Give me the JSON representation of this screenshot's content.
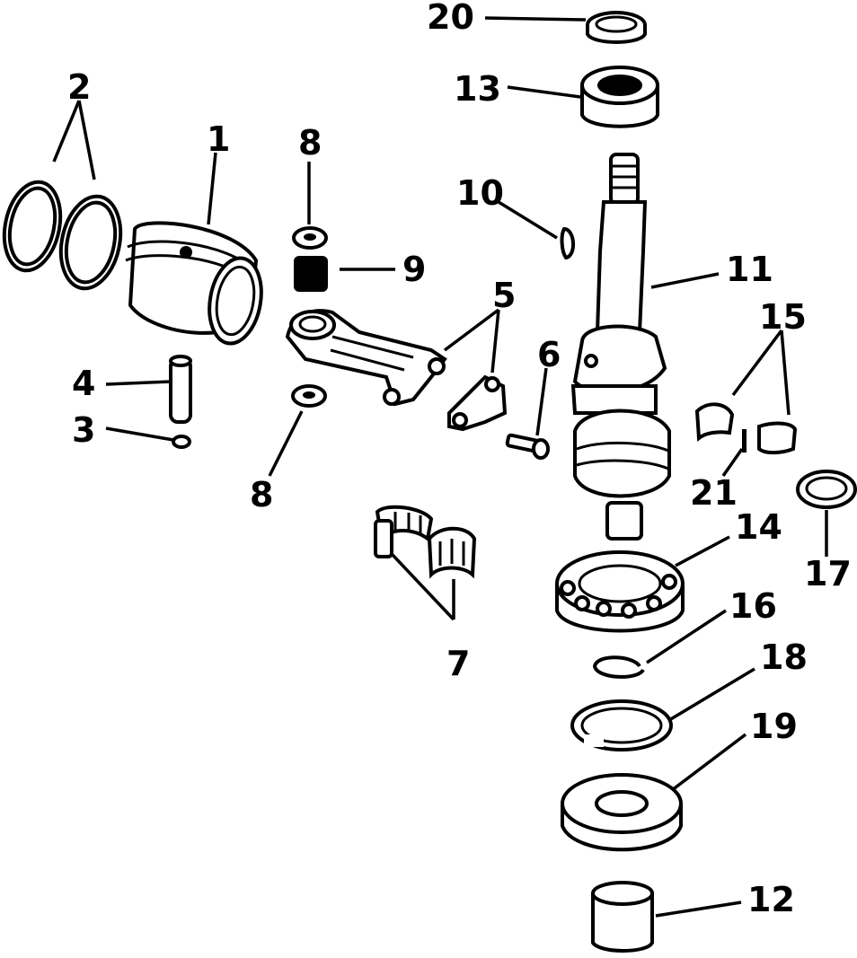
{
  "diagram": {
    "callouts": {
      "c1": "1",
      "c2": "2",
      "c3": "3",
      "c4": "4",
      "c5": "5",
      "c6": "6",
      "c7": "7",
      "c8a": "8",
      "c8b": "8",
      "c9": "9",
      "c10": "10",
      "c11": "11",
      "c12": "12",
      "c13": "13",
      "c14": "14",
      "c15": "15",
      "c16": "16",
      "c17": "17",
      "c18": "18",
      "c19": "19",
      "c20": "20",
      "c21": "21"
    }
  }
}
